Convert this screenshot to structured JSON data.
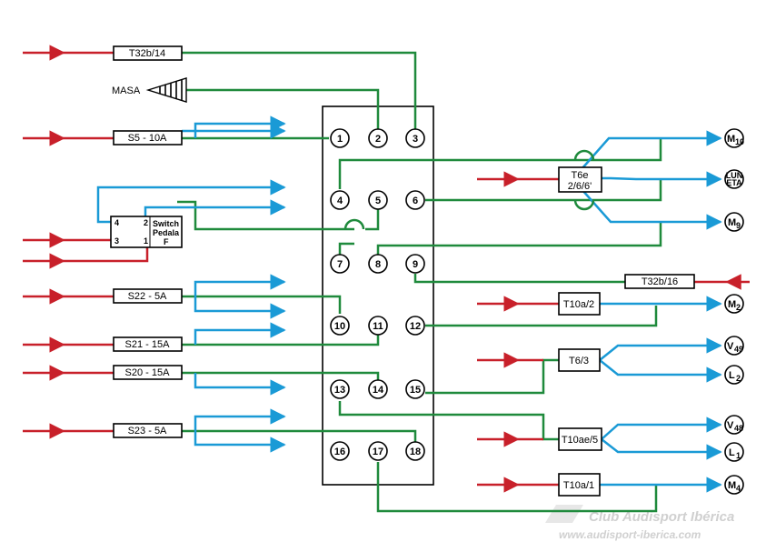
{
  "colors": {
    "input": "#c8202a",
    "ground": "#1f8a3c",
    "output": "#1a9ad6",
    "outline": "#000000"
  },
  "fuses": {
    "t32b14": "T32b/14",
    "s5": "S5 - 10A",
    "s22": "S22 - 5A",
    "s21": "S21 - 15A",
    "s20": "S20 - 15A",
    "s23": "S23 - 5A",
    "t6e_line1": "T6e",
    "t6e_line2": "2/6/6'",
    "t32b16": "T32b/16",
    "t10a2": "T10a/2",
    "t63": "T6/3",
    "t10ae5": "T10ae/5",
    "t10a1": "T10a/1"
  },
  "masa": "MASA",
  "switch": {
    "title_line1": "Switch",
    "title_line2": "Pedala",
    "p4": "4",
    "p2": "2",
    "p3": "3",
    "p1": "1",
    "pf": "F"
  },
  "pins": [
    "1",
    "2",
    "3",
    "4",
    "5",
    "6",
    "7",
    "8",
    "9",
    "10",
    "11",
    "12",
    "13",
    "14",
    "15",
    "16",
    "17",
    "18"
  ],
  "outputs": {
    "m10": {
      "main": "M",
      "sub": "10"
    },
    "luneta_line1": "LUN",
    "luneta_line2": "ETA",
    "m9": {
      "main": "M",
      "sub": "9"
    },
    "m2": {
      "main": "M",
      "sub": "2"
    },
    "v49": {
      "main": "V",
      "sub": "49"
    },
    "l2": {
      "main": "L",
      "sub": "2"
    },
    "v48": {
      "main": "V",
      "sub": "48"
    },
    "l1": {
      "main": "L",
      "sub": "1"
    },
    "m4": {
      "main": "M",
      "sub": "4"
    }
  },
  "watermark": {
    "title": "Club Audisport Ibérica",
    "url": "www.audisport-iberica.com"
  }
}
